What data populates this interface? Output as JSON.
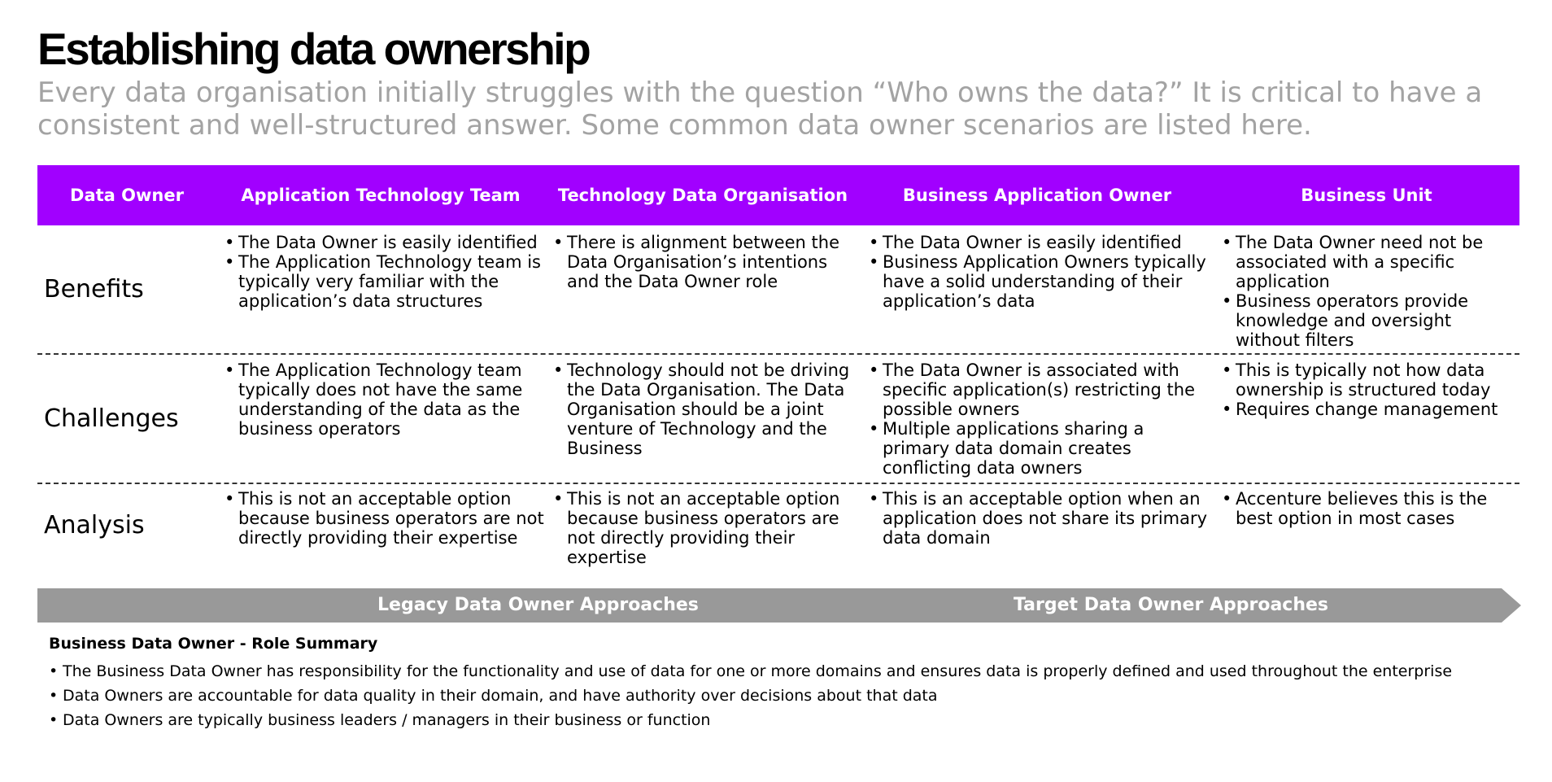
{
  "title": "Establishing data ownership",
  "subtitle": "Every data organisation initially struggles with the question “Who owns the data?” It is critical to have a consistent and well-structured answer. Some common data owner scenarios are listed here.",
  "table": {
    "headers": [
      "Data Owner",
      "Application Technology Team",
      "Technology Data Organisation",
      "Business Application Owner",
      "Business Unit"
    ],
    "rows": [
      {
        "label": "Benefits",
        "cells": [
          [
            "The Data Owner is easily identified",
            "The Application Technology team is typically very familiar with the application’s data structures"
          ],
          [
            "There is alignment between the Data Organisation’s intentions and the Data Owner role"
          ],
          [
            "The Data Owner is easily identified",
            "Business Application Owners typically have a solid understanding of their application’s data"
          ],
          [
            "The Data Owner need not be associated with a specific application",
            "Business operators provide knowledge and oversight without filters"
          ]
        ]
      },
      {
        "label": "Challenges",
        "cells": [
          [
            "The Application Technology team typically does not have the same understanding of the data as the business operators"
          ],
          [
            "Technology should not be driving the Data Organisation. The Data Organisation should be a joint venture of Technology and the Business"
          ],
          [
            "The Data Owner is associated with specific application(s) restricting the possible owners",
            "Multiple applications sharing a primary data domain creates conflicting data owners"
          ],
          [
            "This is typically not how data ownership is structured today",
            "Requires change management"
          ]
        ]
      },
      {
        "label": "Analysis",
        "cells": [
          [
            "This is not an acceptable option because business operators are not directly providing their expertise"
          ],
          [
            "This is not an acceptable option because business operators are not directly providing their expertise"
          ],
          [
            "This is an acceptable option when an application does not share its primary data domain"
          ],
          [
            "Accenture believes this is the best option in most cases"
          ]
        ]
      }
    ]
  },
  "approaches": {
    "legacy": "Legacy Data Owner Approaches",
    "target": "Target Data Owner Approaches"
  },
  "summary": {
    "heading": "Business Data Owner - Role Summary",
    "items": [
      "The Business Data Owner has responsibility for the functionality and use of data for one or more domains and ensures data is properly defined and used throughout the enterprise",
      "Data Owners are accountable for data quality in their domain, and have authority over decisions about that data",
      "Data Owners are typically business leaders / managers in their business or function"
    ]
  },
  "colors": {
    "header_bg": "#a100ff",
    "arrow_bg": "#999999",
    "subtitle": "#a3a3a3"
  }
}
